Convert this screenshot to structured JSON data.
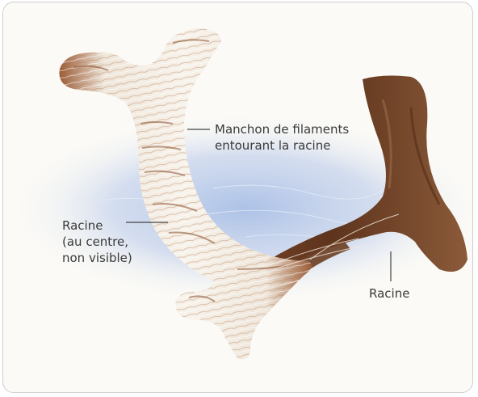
{
  "labels": {
    "manchon": [
      "Manchon de filaments",
      "entourant la racine"
    ],
    "racine_center": [
      "Racine",
      "(au centre,",
      "non visible)"
    ],
    "racine_right": "Racine"
  },
  "colors": {
    "water_blue": "#b9c8e6",
    "sheath_light": "#f3ede4",
    "sheath_brown": "#8a4f2c",
    "root_brown": "#6e3f24",
    "leader_line": "#444444"
  }
}
